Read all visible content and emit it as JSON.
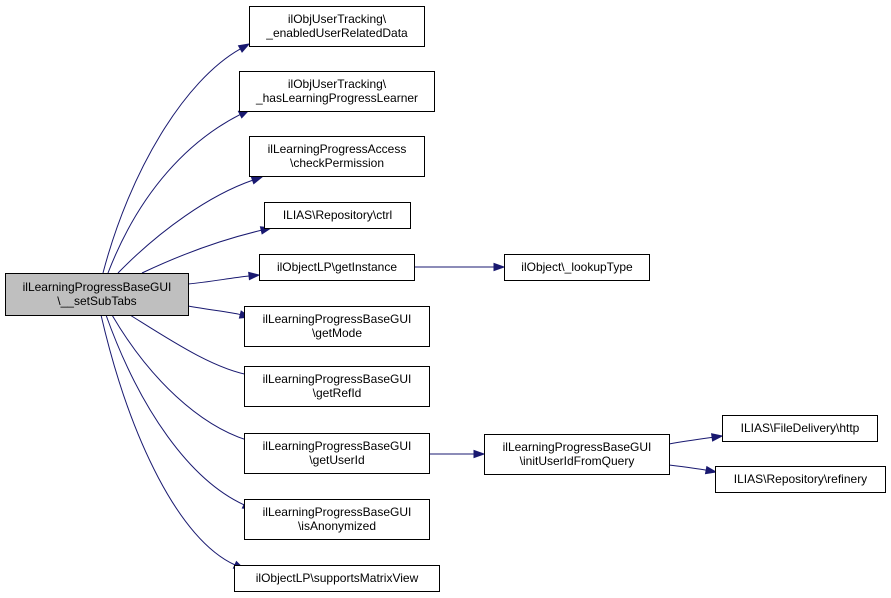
{
  "diagram": {
    "type": "call-graph",
    "colors": {
      "edge": "#191970",
      "root_fill": "#bfbfbf",
      "node_fill": "#ffffff",
      "border": "#000000"
    },
    "nodes": [
      {
        "id": "root",
        "lines": [
          "ilLearningProgressBaseGUI",
          "\\__setSubTabs"
        ],
        "root": true
      },
      {
        "id": "n1",
        "lines": [
          "ilObjUserTracking\\",
          "_enabledUserRelatedData"
        ]
      },
      {
        "id": "n2",
        "lines": [
          "ilObjUserTracking\\",
          "_hasLearningProgressLearner"
        ]
      },
      {
        "id": "n3",
        "lines": [
          "ilLearningProgressAccess",
          "\\checkPermission"
        ]
      },
      {
        "id": "n4",
        "lines": [
          "ILIAS\\Repository\\ctrl"
        ]
      },
      {
        "id": "n5",
        "lines": [
          "ilObjectLP\\getInstance"
        ]
      },
      {
        "id": "n6",
        "lines": [
          "ilLearningProgressBaseGUI",
          "\\getMode"
        ]
      },
      {
        "id": "n7",
        "lines": [
          "ilLearningProgressBaseGUI",
          "\\getRefId"
        ]
      },
      {
        "id": "n8",
        "lines": [
          "ilLearningProgressBaseGUI",
          "\\getUserId"
        ]
      },
      {
        "id": "n9",
        "lines": [
          "ilLearningProgressBaseGUI",
          "\\isAnonymized"
        ]
      },
      {
        "id": "n10",
        "lines": [
          "ilObjectLP\\supportsMatrixView"
        ]
      },
      {
        "id": "n11",
        "lines": [
          "ilObject\\_lookupType"
        ]
      },
      {
        "id": "n12",
        "lines": [
          "ilLearningProgressBaseGUI",
          "\\initUserIdFromQuery"
        ]
      },
      {
        "id": "n13",
        "lines": [
          "ILIAS\\FileDelivery\\http"
        ]
      },
      {
        "id": "n14",
        "lines": [
          "ILIAS\\Repository\\refinery"
        ]
      }
    ],
    "edges": [
      {
        "from": "root",
        "to": "n1"
      },
      {
        "from": "root",
        "to": "n2"
      },
      {
        "from": "root",
        "to": "n3"
      },
      {
        "from": "root",
        "to": "n4"
      },
      {
        "from": "root",
        "to": "n5"
      },
      {
        "from": "root",
        "to": "n6"
      },
      {
        "from": "root",
        "to": "n7"
      },
      {
        "from": "root",
        "to": "n8"
      },
      {
        "from": "root",
        "to": "n9"
      },
      {
        "from": "root",
        "to": "n10"
      },
      {
        "from": "n5",
        "to": "n11"
      },
      {
        "from": "n8",
        "to": "n12"
      },
      {
        "from": "n12",
        "to": "n13"
      },
      {
        "from": "n12",
        "to": "n14"
      }
    ]
  }
}
